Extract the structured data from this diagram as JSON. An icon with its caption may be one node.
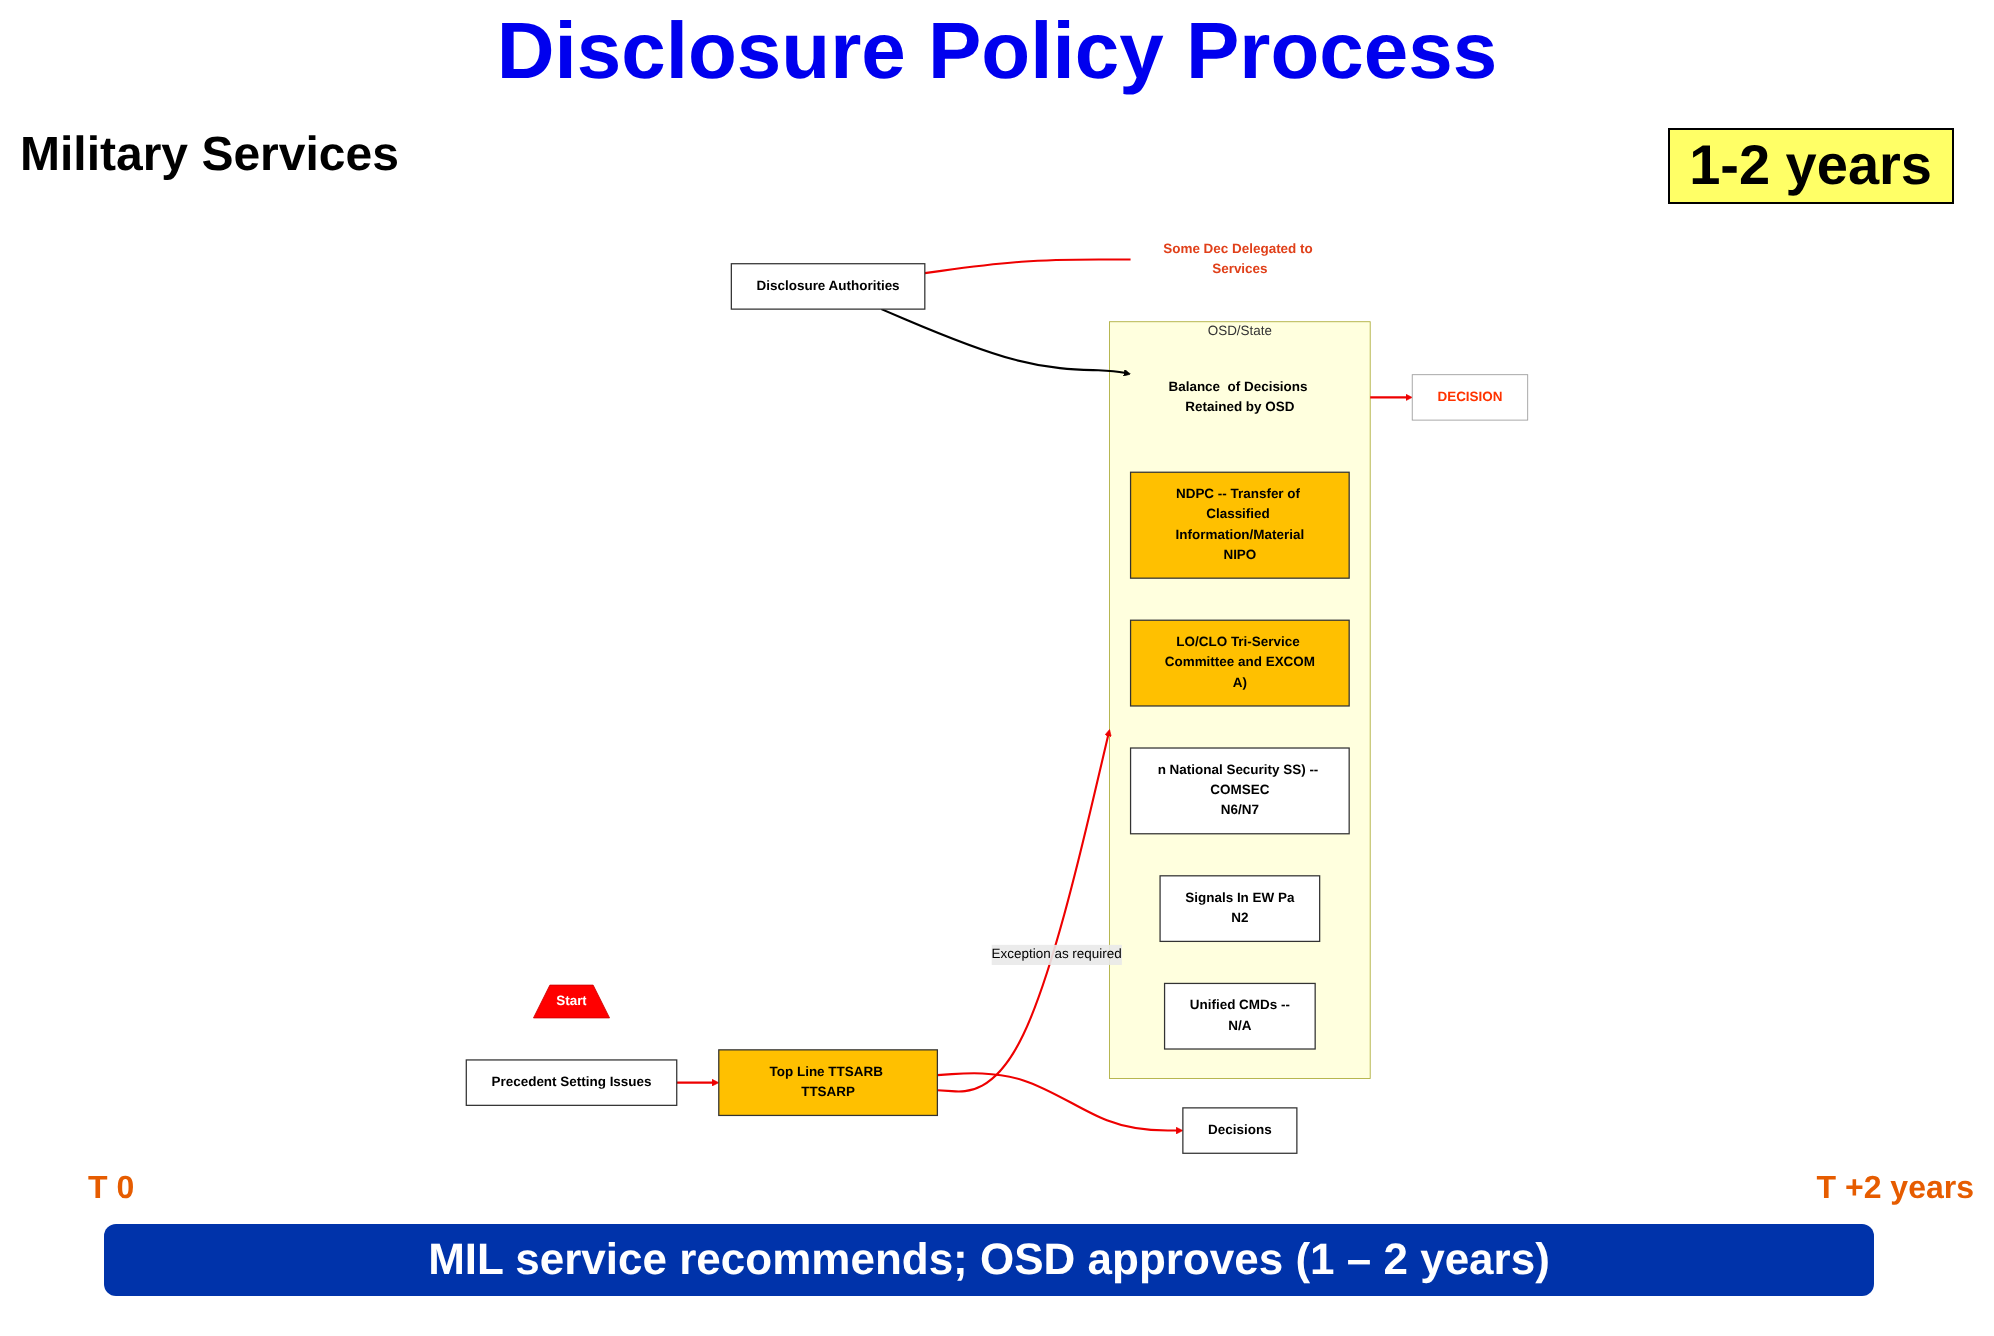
{
  "diagram": {
    "title": "Disclosure Policy Process",
    "caption": "MIL service recommends; OSD approves  (1 – 2 years)",
    "nodes": [
      {
        "text": [
          "Disclosure Authorities"
        ]
      },
      {
        "text": [
          "OSD/State"
        ]
      },
      {
        "text": [
          "Balance  of Decisions Retained by OSD"
        ],
        "in": 1
      },
      {
        "text": [
          "NDPC -- Transfer of Classified Information/Material",
          "NIPO"
        ],
        "in": 1
      },
      {
        "text": [
          "LO/CLO Tri-Service Committee and EXCOM",
          "A)"
        ],
        "in": 1
      },
      {
        "text": [
          "n National Security SS) -- COMSEC",
          "N6/N7"
        ],
        "in": 1
      },
      {
        "text": [
          "Signals In EW Pa",
          "N2"
        ],
        "in": 1
      },
      {
        "text": [
          "Unified CMDs --",
          "N/A"
        ],
        "in": 1
      },
      {
        "text": [
          "Start"
        ]
      },
      {
        "text": [
          "Precedent Setting Issues"
        ]
      },
      {
        "text": [
          "Top Line TTSARB TTSARP"
        ]
      },
      {
        "text": [
          "Decisions"
        ]
      },
      {
        "text": [
          "Some Dec Delegated to Services"
        ]
      },
      {
        "text": [
          "DECISION"
        ]
      }
    ],
    "edges": [
      {
        "from": 9,
        "to": 10,
        "arrow": "to"
      },
      {
        "from": 10,
        "to": 11,
        "arrow": "to"
      },
      {
        "from": 10,
        "to": 1,
        "arrow": "to",
        "label": "Exception as required"
      },
      {
        "from": 0,
        "to": 12,
        "arrow": "none"
      },
      {
        "from": 0,
        "to": 2,
        "arrow": "to",
        "color": "#000000"
      },
      {
        "from": 1,
        "to": 13,
        "arrow": "to"
      }
    ],
    "labels": [
      "Military Services",
      "1-2 years",
      "T 0",
      "T +2 years"
    ]
  }
}
